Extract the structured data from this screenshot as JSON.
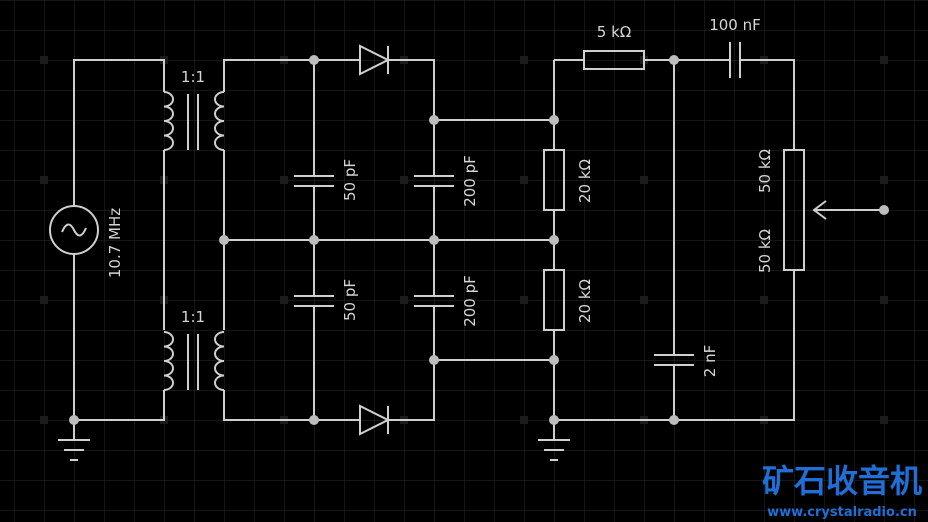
{
  "components": {
    "source": {
      "label": "10.7 MHz"
    },
    "transformer_top": {
      "label": "1:1"
    },
    "transformer_bottom": {
      "label": "1:1"
    },
    "cap_top_left": {
      "label": "50 pF"
    },
    "cap_bottom_left": {
      "label": "50 pF"
    },
    "cap_top_right": {
      "label": "200 pF"
    },
    "cap_bottom_right": {
      "label": "200 pF"
    },
    "res_top": {
      "label": "20 kΩ"
    },
    "res_bottom": {
      "label": "20 kΩ"
    },
    "res_series": {
      "label": "5 kΩ"
    },
    "cap_filter": {
      "label": "2 nF"
    },
    "cap_coupling": {
      "label": "100 nF"
    },
    "pot_top": {
      "label": "50 kΩ"
    },
    "pot_bottom": {
      "label": "50 kΩ"
    }
  },
  "watermark": {
    "text_cn": "矿石收音机",
    "url": "www.crystalradio.cn"
  },
  "colors": {
    "background": "#000000",
    "wire": "#cfcfcf",
    "grid": "#2b2b2b",
    "watermark": "#1f6fd6"
  }
}
